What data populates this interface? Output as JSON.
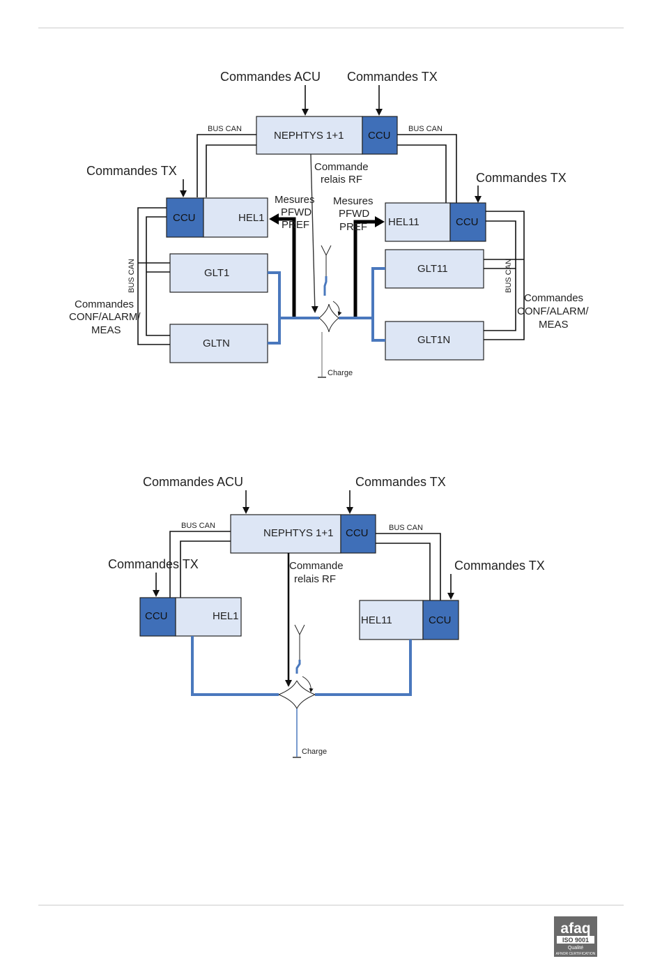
{
  "diagram1": {
    "cmd_acu": "Commandes ACU",
    "cmd_tx_top": "Commandes TX",
    "cmd_tx_left": "Commandes TX",
    "cmd_tx_right": "Commandes TX",
    "nephtys": "NEPHTYS 1+1",
    "ccu_top": "CCU",
    "bus_can_left": "BUS CAN",
    "bus_can_right": "BUS CAN",
    "bus_can_vert_left": "BUS CAN",
    "bus_can_vert_right": "BUS CAN",
    "cmd_relais_1": "Commande",
    "cmd_relais_2": "relais RF",
    "ccu_left": "CCU",
    "hel1": "HEL1",
    "hel11": "HEL11",
    "ccu_right": "CCU",
    "mesures_left": [
      "Mesures",
      "PFWD",
      "PREF"
    ],
    "mesures_right": [
      "Mesures",
      "PFWD",
      "PREF"
    ],
    "glt1": "GLT1",
    "gltn": "GLTN",
    "glt11": "GLT11",
    "glt1n": "GLT1N",
    "conf_left": [
      "Commandes",
      "CONF/ALARM/",
      "MEAS"
    ],
    "conf_right": [
      "Commandes",
      "CONF/ALARM/",
      "MEAS"
    ],
    "charge": "Charge"
  },
  "diagram2": {
    "cmd_acu": "Commandes ACU",
    "cmd_tx_top": "Commandes TX",
    "cmd_tx_left": "Commandes TX",
    "cmd_tx_right": "Commandes TX",
    "nephtys": "NEPHTYS 1+1",
    "ccu_top": "CCU",
    "bus_can_left": "BUS CAN",
    "bus_can_right": "BUS CAN",
    "cmd_relais_1": "Commande",
    "cmd_relais_2": "relais RF",
    "ccu_left": "CCU",
    "hel1": "HEL1",
    "hel11": "HEL11",
    "ccu_right": "CCU",
    "charge": "Charge"
  },
  "footer": {
    "logo_brand": "afaq",
    "logo_iso": "ISO 9001",
    "logo_quality": "Qualité",
    "logo_cert": "AFNOR CERTIFICATION"
  },
  "colors": {
    "ccu_fill": "#3f6fb8",
    "box_fill": "#dde6f5",
    "rf_line": "#4a78bd"
  }
}
